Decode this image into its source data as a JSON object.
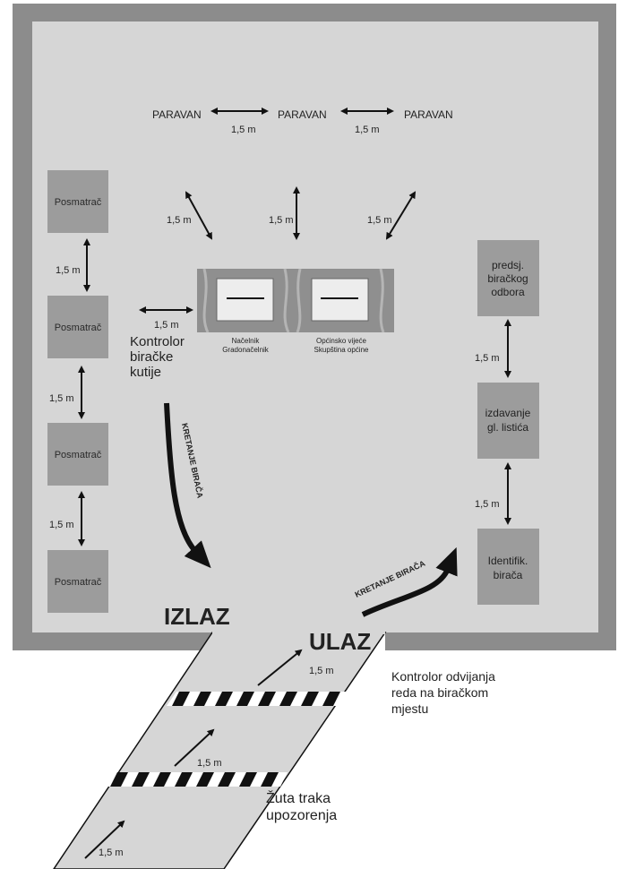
{
  "colors": {
    "wall": "#8c8c8c",
    "floor": "#d6d6d6",
    "box": "#9c9c9c",
    "arrow": "#111111"
  },
  "distance_label": "1,5 m",
  "screens": [
    "PARAVAN",
    "PARAVAN",
    "PARAVAN"
  ],
  "observers": [
    "Posmatrač",
    "Posmatrač",
    "Posmatrač",
    "Posmatrač"
  ],
  "stations": [
    {
      "lines": [
        "predsj.",
        "biračkog",
        "odbora"
      ]
    },
    {
      "lines": [
        "izdavanje",
        "gl. listića"
      ]
    },
    {
      "lines": [
        "Identifik.",
        "birača"
      ]
    }
  ],
  "ballot_boxes": [
    {
      "lines": [
        "Načelnik",
        "Gradonačelnik"
      ]
    },
    {
      "lines": [
        "Općinsko vijeće",
        "Skupština općine"
      ]
    }
  ],
  "box_controller": [
    "Kontrolor",
    "biračke",
    "kutije"
  ],
  "voter_movement": "KRETANJE BIRAČA",
  "exit_label": "IZLAZ",
  "entrance_label": "ULAZ",
  "order_controller": [
    "Kontrolor odvijanja",
    "reda na biračkom",
    "mjestu"
  ],
  "warning_tape": [
    "Žuta traka",
    "upozorenja"
  ]
}
